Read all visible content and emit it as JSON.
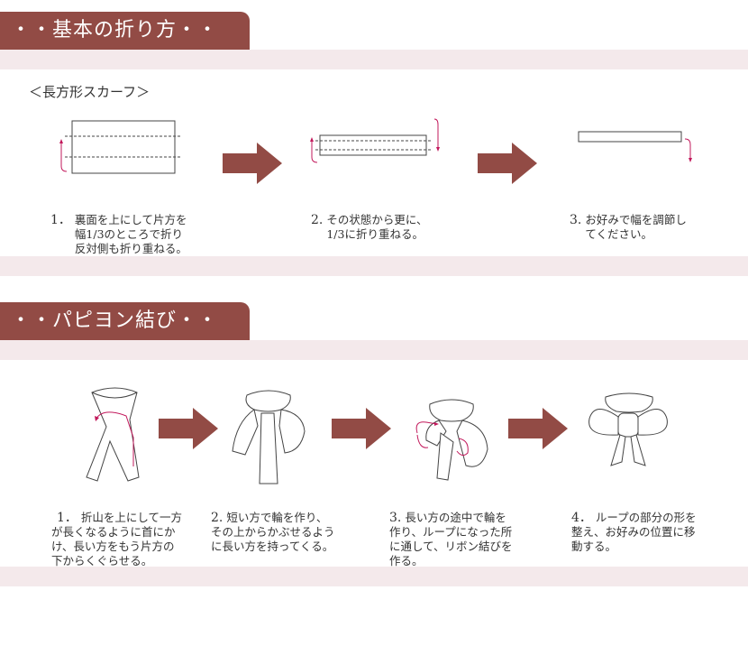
{
  "section1": {
    "title": "・・基本の折り方・・",
    "subtitle": "＜長方形スカーフ＞",
    "steps": [
      {
        "num": "1．",
        "text": "裏面を上にして片方を\n幅1/3のところで折り\n反対側も折り重ねる。"
      },
      {
        "num": "2.",
        "text": "その状態から更に、\n1/3に折り重ねる。"
      },
      {
        "num": "3.",
        "text": "お好みで幅を調節し\nてください。"
      }
    ]
  },
  "section2": {
    "title": "・・パピヨン結び・・",
    "steps": [
      {
        "num": "1．",
        "text": "折山を上にして一方\nが長くなるように首にか\nけ、長い方をもう片方の\n下からくぐらせる。"
      },
      {
        "num": "2.",
        "text": "短い方で輪を作り、\nその上からかぶせるよう\nに長い方を持ってくる。"
      },
      {
        "num": "3.",
        "text": "長い方の途中で輪を\n作り、ループになった所\nに通して、リボン結びを\n作る。"
      },
      {
        "num": "4．",
        "text": "ループの部分の形を\n整え、お好みの位置に移\n動する。"
      }
    ]
  },
  "colors": {
    "accent": "#924b45",
    "band": "#f4e9eb",
    "guide": "#c2185b"
  }
}
